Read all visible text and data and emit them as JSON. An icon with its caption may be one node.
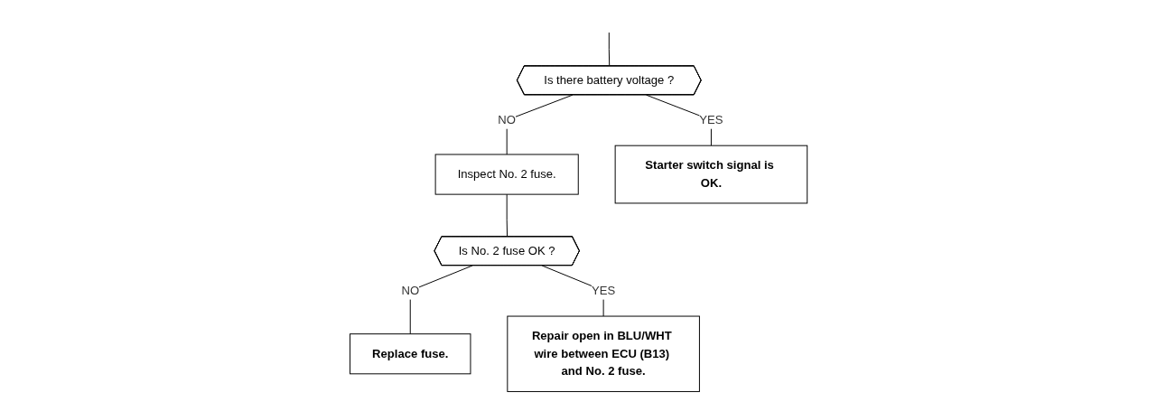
{
  "diagram": {
    "nodes": [
      {
        "text": [
          "Is there battery voltage ?"
        ]
      },
      {
        "text": [
          "Inspect No. 2 fuse."
        ]
      },
      {
        "text": [
          "Is No. 2 fuse OK ?"
        ]
      },
      {
        "text": [
          "Replace fuse."
        ]
      },
      {
        "text": [
          "Repair open in BLU/WHT wire between ECU (B13) and No. 2 fuse."
        ]
      },
      {
        "text": [
          "Starter switch signal is OK."
        ]
      }
    ],
    "edges": [
      {
        "from": null,
        "to": 0,
        "arrow": "none"
      },
      {
        "from": 0,
        "to": 1,
        "label": "NO",
        "arrow": "none"
      },
      {
        "from": 1,
        "to": 2,
        "arrow": "none"
      },
      {
        "from": 2,
        "to": 3,
        "label": "NO",
        "arrow": "none"
      },
      {
        "from": 2,
        "to": 4,
        "label": "YES",
        "arrow": "none"
      },
      {
        "from": 0,
        "to": 5,
        "label": "YES",
        "arrow": "none"
      }
    ]
  }
}
